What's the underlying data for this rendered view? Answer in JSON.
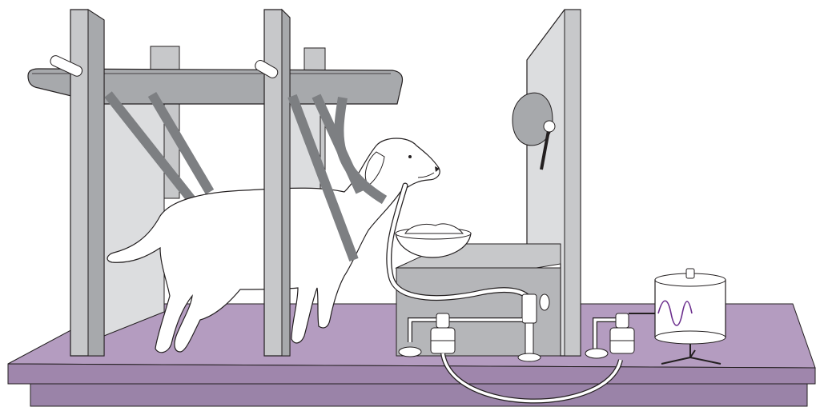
{
  "colors": {
    "background": "#ffffff",
    "platform_top": "#b49cc0",
    "platform_front": "#9f86ac",
    "frame_fill": "#c7c8ca",
    "frame_dark": "#a7a9ac",
    "strap": "#7d7f82",
    "outline": "#231f20",
    "dog_fill": "#ffffff",
    "bowl_fill": "#ffffff",
    "recorder_trace": "#6a2c8c",
    "tube": "#ffffff"
  },
  "icons": {
    "dog": "dog-figure",
    "bowl": "food-bowl",
    "bell": "bell-striker",
    "recorder": "kymograph-drum",
    "valve": "saliva-collector-valve"
  }
}
